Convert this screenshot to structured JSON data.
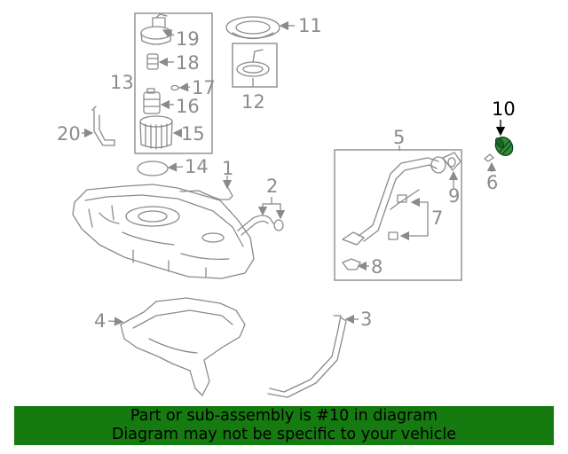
{
  "diagram": {
    "callouts": {
      "c1": "1",
      "c2": "2",
      "c3": "3",
      "c4": "4",
      "c5": "5",
      "c6": "6",
      "c7": "7",
      "c8": "8",
      "c9": "9",
      "c10": "10",
      "c11": "11",
      "c12": "12",
      "c13": "13",
      "c14": "14",
      "c15": "15",
      "c16": "16",
      "c17": "17",
      "c18": "18",
      "c19": "19",
      "c20": "20"
    },
    "highlighted_part": "10",
    "colors": {
      "highlight": "#2f8a3a",
      "outline": "#8a8a8a",
      "label": "#8c8c8c"
    }
  },
  "banner": {
    "line1": "Part or sub-assembly is #10 in diagram",
    "line2": "Diagram may not be specific to your vehicle",
    "background": "#157a0f"
  }
}
